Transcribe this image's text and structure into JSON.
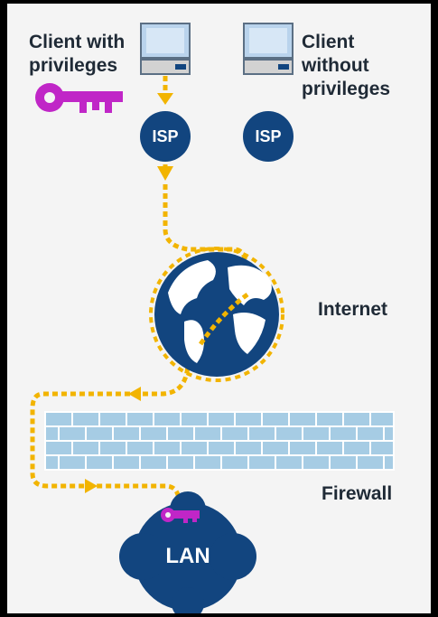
{
  "nodes": {
    "client_with": {
      "label_line1": "Client with",
      "label_line2": "privileges"
    },
    "client_without": {
      "label_line1": "Client",
      "label_line2": "without",
      "label_line3": "privileges"
    },
    "isp_left": {
      "label": "ISP"
    },
    "isp_right": {
      "label": "ISP"
    },
    "internet": {
      "label": "Internet"
    },
    "firewall": {
      "label": "Firewall"
    },
    "lan": {
      "label": "LAN"
    }
  },
  "colors": {
    "navy": "#12457f",
    "path": "#f2b400",
    "key": "#c026c7",
    "firewall": "#a6cce4",
    "text": "#1f2a36"
  },
  "icons": [
    "computer-icon",
    "key-icon",
    "globe-icon",
    "brick-wall",
    "arrow-icon"
  ]
}
